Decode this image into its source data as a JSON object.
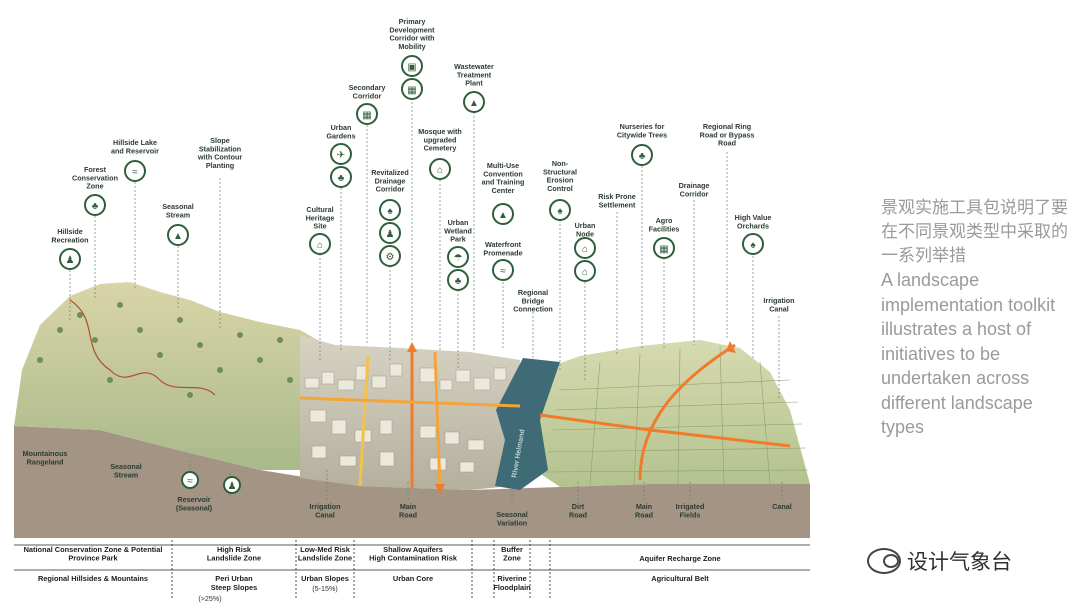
{
  "labels": {
    "primary_corridor": [
      "Primary",
      "Development",
      "Corridor with",
      "Mobility"
    ],
    "wastewater": [
      "Wastewater",
      "Treatment",
      "Plant"
    ],
    "secondary_corridor": [
      "Secondary",
      "Corridor"
    ],
    "urban_gardens": [
      "Urban",
      "Gardens"
    ],
    "mosque": [
      "Mosque with",
      "upgraded",
      "Cemetery"
    ],
    "hillside_lake": [
      "Hillside Lake",
      "and Reservoir"
    ],
    "slope_stabilization": [
      "Slope",
      "Stabilization",
      "with Contour",
      "Planting"
    ],
    "forest_zone": [
      "Forest",
      "Conservation",
      "Zone"
    ],
    "revitalized_drainage": [
      "Revitalized",
      "Drainage",
      "Corridor"
    ],
    "multi_use": [
      "Multi-Use",
      "Convention",
      "and Training",
      "Center"
    ],
    "non_structural": [
      "Non-",
      "Structural",
      "Erosion",
      "Control"
    ],
    "nurseries": [
      "Nurseries for",
      "Citywide Trees"
    ],
    "regional_ring": [
      "Regional Ring",
      "Road or Bypass",
      "Road"
    ],
    "risk_prone": [
      "Risk Prone",
      "Settlement"
    ],
    "drainage_corridor": [
      "Drainage",
      "Corridor"
    ],
    "seasonal_stream_top": [
      "Seasonal",
      "Stream"
    ],
    "cultural_heritage": [
      "Cultural",
      "Heritage",
      "Site"
    ],
    "urban_wetland": [
      "Urban",
      "Wetland",
      "Park"
    ],
    "urban_node": [
      "Urban",
      "Node"
    ],
    "agro_facilities": [
      "Agro",
      "Facilities"
    ],
    "high_value_orchards": [
      "High Value",
      "Orchards"
    ],
    "hillside_recreation": [
      "Hillside",
      "Recreation"
    ],
    "waterfront": [
      "Waterfront",
      "Promenade"
    ],
    "regional_bridge": [
      "Regional",
      "Bridge",
      "Connection"
    ],
    "irrigation_canal_top": [
      "Irrigation",
      "Canal"
    ],
    "mountainous": [
      "Mountainous",
      "Rangeland"
    ],
    "seasonal_stream_low": [
      "Seasonal",
      "Stream"
    ],
    "reservoir": [
      "Reservoir",
      "(Seasonal)"
    ],
    "irrigation_canal_low": [
      "Irrigation",
      "Canal"
    ],
    "main_road_1": [
      "Main",
      "Road"
    ],
    "seasonal_variation": [
      "Seasonal",
      "Variation"
    ],
    "dirt_road": [
      "Dirt",
      "Road"
    ],
    "main_road_2": [
      "Main",
      "Road"
    ],
    "irrigated_fields": [
      "Irrigated",
      "Fields"
    ],
    "canal": [
      "Canal"
    ],
    "river_name": "River Helmand"
  },
  "zones_row1": [
    [
      "National Conservation Zone & Potential",
      "Province Park"
    ],
    [
      "High Risk",
      "Landslide Zone"
    ],
    [
      "Low-Med Risk",
      "Landslide Zone"
    ],
    [
      "Shallow Aquifers",
      "High Contamination Risk"
    ],
    [
      "Buffer",
      "Zone"
    ],
    [
      "Aquifer Recharge Zone"
    ]
  ],
  "zones_row2": [
    [
      "Regional Hillsides & Mountains"
    ],
    [
      "Peri Urban",
      "Steep Slopes"
    ],
    [
      "Urban Slopes"
    ],
    [
      "Urban Core"
    ],
    [
      "Riverine",
      "Floodplain"
    ],
    [
      "Agricultural Belt"
    ]
  ],
  "zones_row2_sub": [
    "(>25%)",
    "(5-15%)"
  ],
  "side_text": {
    "chinese": "景观实施工具包说明了要在不同景观类型中采取的一系列举措",
    "english": "A landscape implementation toolkit illustrates a host of initiatives to be undertaken across different landscape types"
  },
  "watermark": "设计气象台",
  "colors": {
    "label": "#2c3b32",
    "icon": "#2f5e3a",
    "ground": "#a49585",
    "river": "#3f6b76",
    "road": "#f07b2a",
    "gray_text": "#9a9a9a"
  },
  "icons": [
    "walking-icon",
    "tree-icon",
    "water-icon",
    "mountain-icon",
    "building-icon",
    "bus-icon",
    "factory-icon",
    "leaf-icon",
    "bird-icon",
    "mosque-icon",
    "bike-icon",
    "school-icon",
    "house-icon",
    "seedling-icon",
    "tractor-icon",
    "grain-icon",
    "umbrella-tree-icon",
    "plants-icon",
    "swimmer-icon",
    "arrow-down-icon"
  ]
}
